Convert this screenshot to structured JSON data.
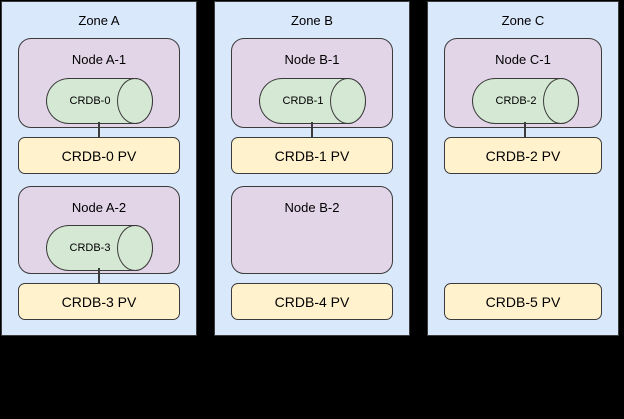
{
  "colors": {
    "background": "#000000",
    "zone_fill": "#dae8fc",
    "node_fill": "#e1d5e7",
    "cylinder_fill": "#d5e8d4",
    "pv_fill": "#fff2cc",
    "stroke": "#3b3b3b"
  },
  "zones": [
    {
      "label": "Zone A",
      "node1": {
        "label": "Node A-1",
        "cylinder_label": "CRDB-0"
      },
      "pv1": {
        "label": "CRDB-0 PV"
      },
      "node2": {
        "label": "Node A-2",
        "cylinder_label": "CRDB-3"
      },
      "pv2": {
        "label": "CRDB-3 PV"
      }
    },
    {
      "label": "Zone B",
      "node1": {
        "label": "Node B-1",
        "cylinder_label": "CRDB-1"
      },
      "pv1": {
        "label": "CRDB-1 PV"
      },
      "node2": {
        "label": "Node B-2"
      },
      "pv2": {
        "label": "CRDB-4 PV"
      }
    },
    {
      "label": "Zone C",
      "node1": {
        "label": "Node C-1",
        "cylinder_label": "CRDB-2"
      },
      "pv1": {
        "label": "CRDB-2 PV"
      },
      "pv2": {
        "label": "CRDB-5 PV"
      }
    }
  ]
}
